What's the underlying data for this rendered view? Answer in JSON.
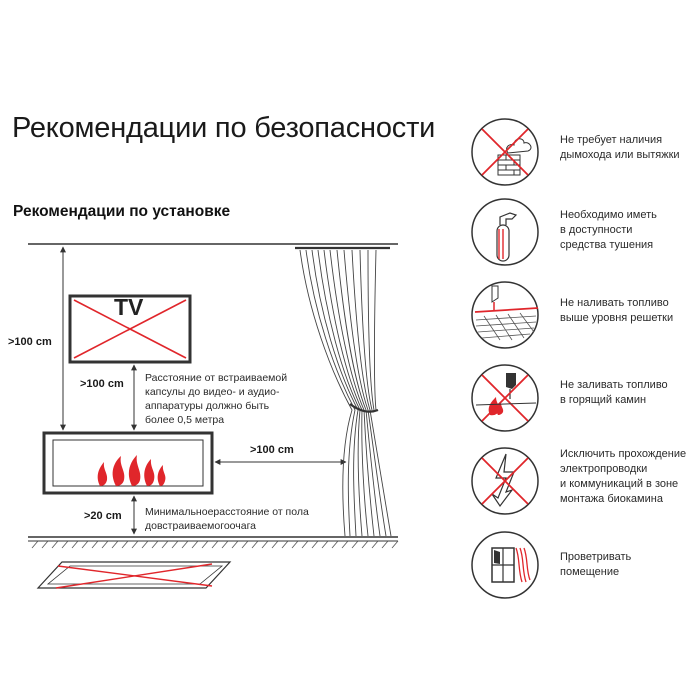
{
  "title": "Рекомендации по безопасности",
  "subtitle": "Рекомендации по установке",
  "diagram": {
    "tv_label": "TV",
    "dim_ceiling_to_fireplace": ">100 cm",
    "dim_tv_to_fireplace": ">100 cm",
    "dim_curtain": ">100 cm",
    "dim_floor": ">20 cm",
    "note_av_lines": [
      "Расстояние от встраиваемой",
      "капсулы до видео- и аудио-",
      "аппаратуры должно быть",
      "более 0,5 метра"
    ],
    "note_floor_lines": [
      "Минимальноерасстояние  от пола",
      "довстраиваемогоочага"
    ]
  },
  "tips": [
    {
      "icon": "no-chimney-icon",
      "lines": [
        "Не требует наличия",
        "дымохода или вытяжки"
      ]
    },
    {
      "icon": "fire-extinguisher-icon",
      "lines": [
        "Необходимо иметь",
        "в доступности",
        "средства тушения"
      ]
    },
    {
      "icon": "no-overfill-icon",
      "lines": [
        "Не наливать топливо",
        "выше уровня решетки"
      ]
    },
    {
      "icon": "no-refill-burning-icon",
      "lines": [
        "Не заливать топливо",
        "в горящий камин"
      ]
    },
    {
      "icon": "no-wiring-icon",
      "lines": [
        "Исключить прохождение",
        "электропроводки",
        "и коммуникаций в зоне",
        "монтажа биокамина"
      ]
    },
    {
      "icon": "ventilate-icon",
      "lines": [
        "Проветривать",
        "помещение"
      ]
    }
  ],
  "colors": {
    "accent_red": "#e0262b",
    "line": "#333333"
  }
}
